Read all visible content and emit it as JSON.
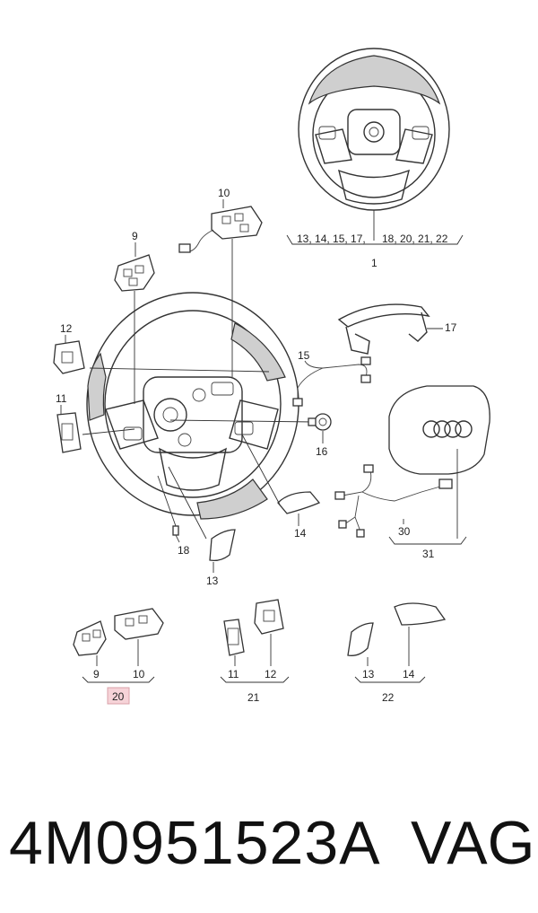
{
  "diagram": {
    "callouts": {
      "c1": "1",
      "c1_list_a": "13, 14, 15, 17,",
      "c1_list_b": "18, 20, 21, 22",
      "c9": "9",
      "c10": "10",
      "c11": "11",
      "c12": "12",
      "c13": "13",
      "c14": "14",
      "c15": "15",
      "c16": "16",
      "c17": "17",
      "c18": "18",
      "c30": "30",
      "c31": "31",
      "g20_a": "9",
      "g20_b": "10",
      "g20": "20",
      "g21_a": "11",
      "g21_b": "12",
      "g21": "21",
      "g22_a": "13",
      "g22_b": "14",
      "g22": "22"
    },
    "colors": {
      "line": "#333333",
      "highlight_fill": "#f6d3d8",
      "highlight_border": "#d9a0a8"
    }
  },
  "footer": {
    "part_number": "4M0951523A",
    "brand": "VAG"
  }
}
